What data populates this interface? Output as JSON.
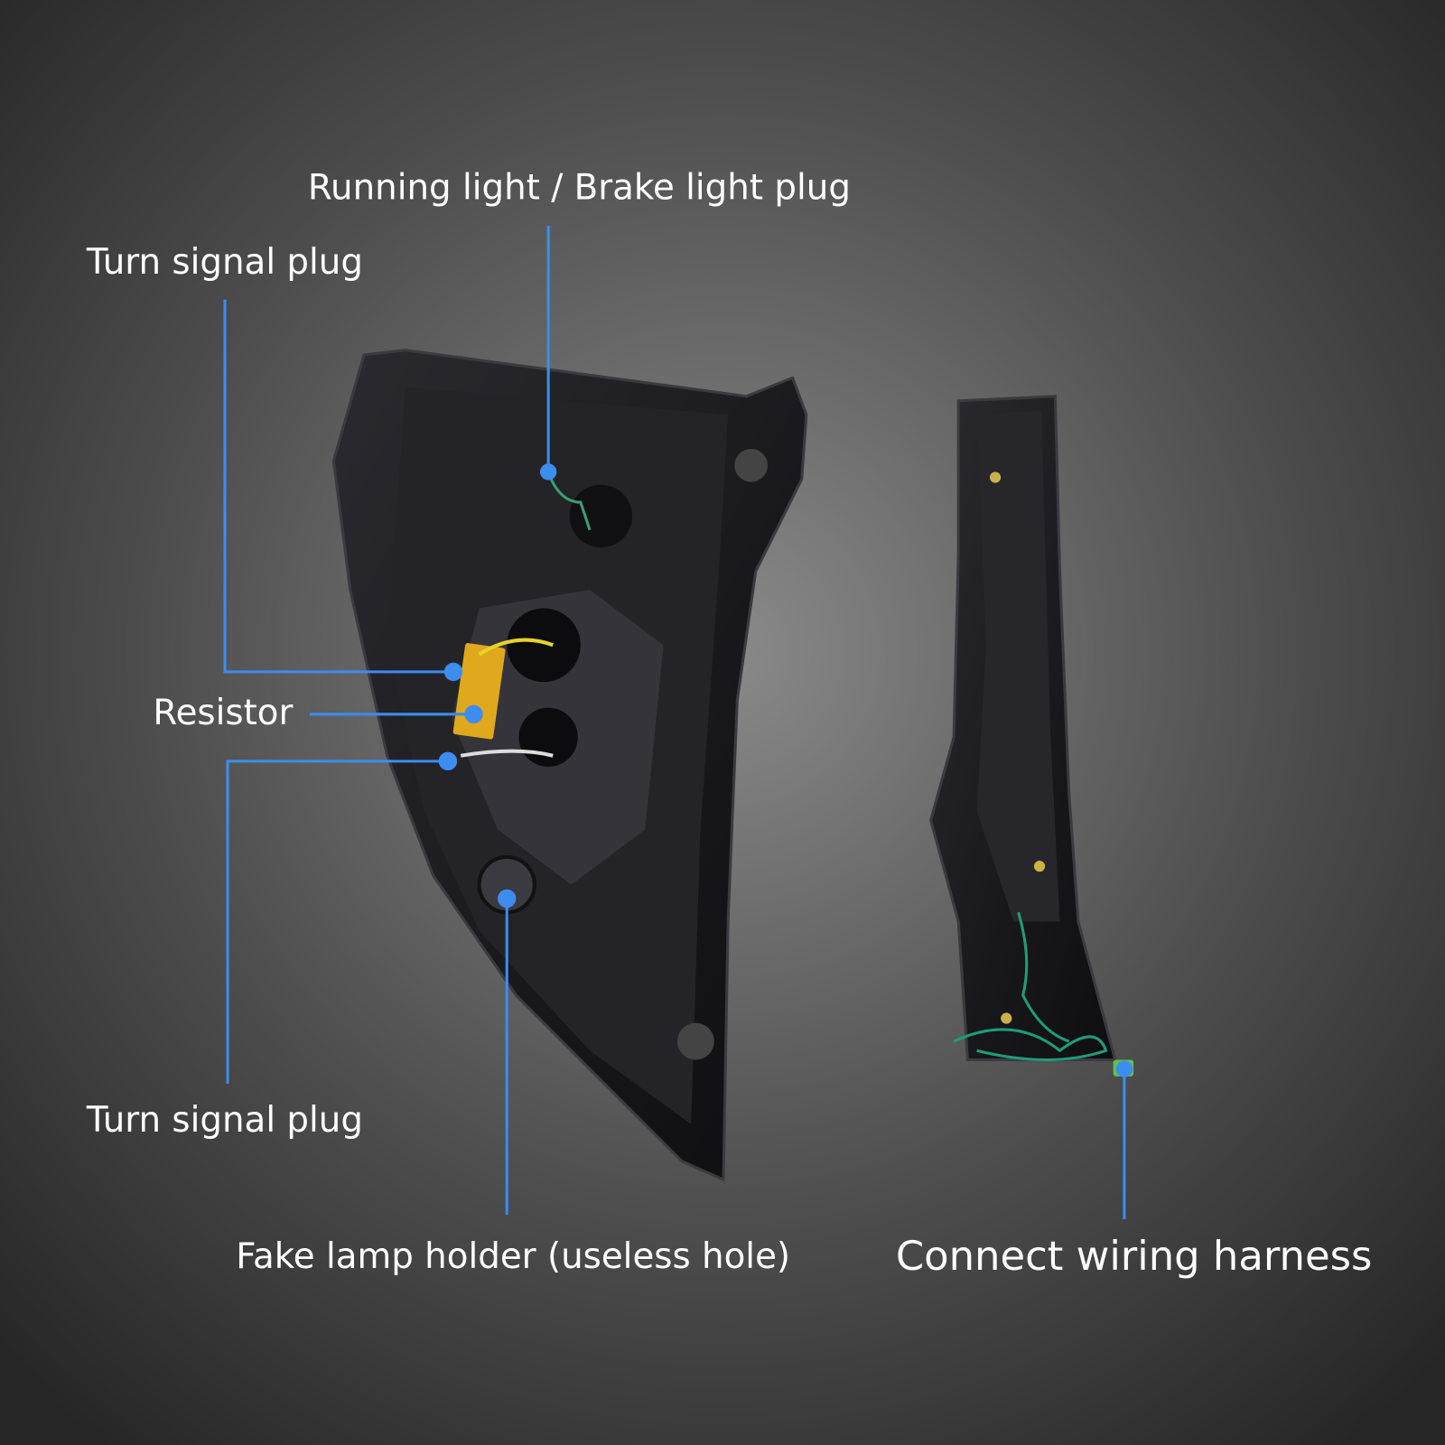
{
  "labels": {
    "running_brake": "Running light / Brake light plug",
    "turn_signal_top": "Turn signal plug",
    "resistor": "Resistor",
    "turn_signal_bottom": "Turn signal plug",
    "fake_holder": "Fake lamp holder (useless hole)",
    "wiring": "Connect wiring harness"
  },
  "colors": {
    "callout_line": "#3d8cf0",
    "background_center": "#8a8a8a",
    "background_edge": "#262626",
    "lamp_body": "#17171b",
    "resistor": "#e0a81c"
  }
}
